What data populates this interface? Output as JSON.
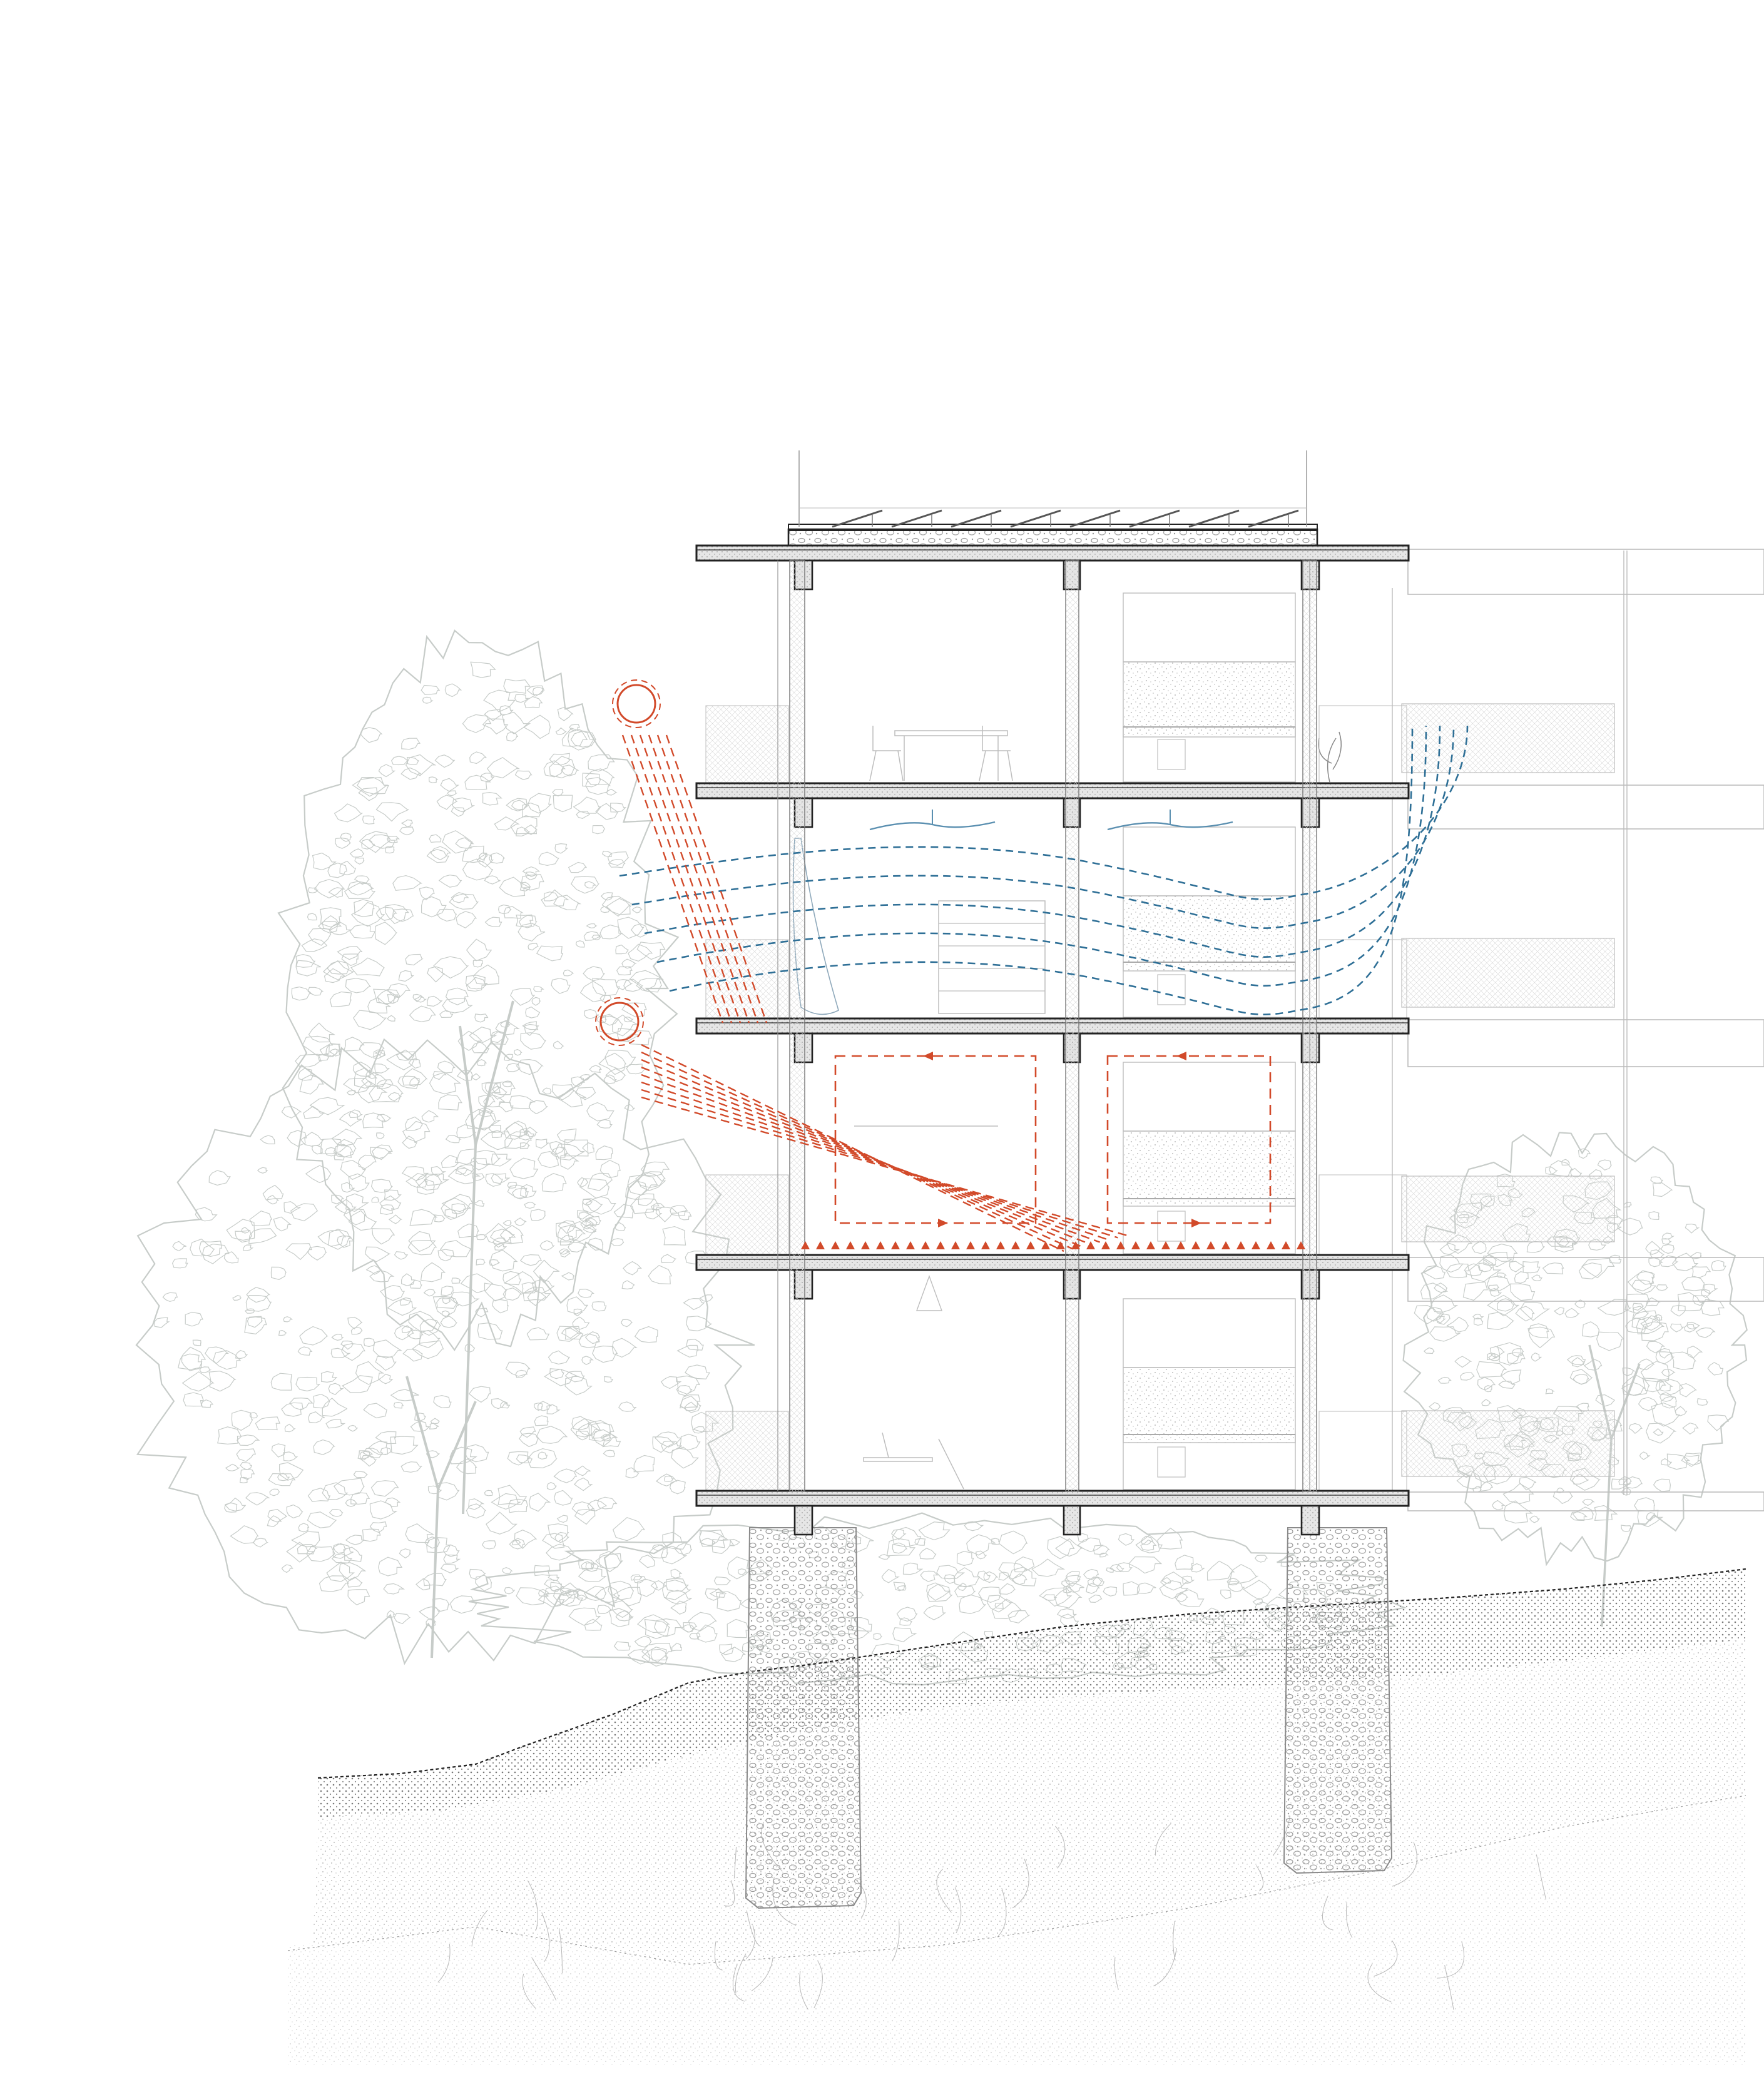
{
  "diagram": {
    "type": "architectural-section",
    "labels": [],
    "colors": {
      "background": "#ffffff",
      "structure": "#222222",
      "structure_fill": "#e9e9e9",
      "fine_line": "#bdbdbd",
      "vegetation": "#c7ccc9",
      "ground_hatch": "#9a9a9a",
      "sun": "#d24a2a",
      "air": "#2e6f96"
    },
    "floors": 4,
    "bays": 2,
    "elements": [
      "solar-panels",
      "ceiling-fans",
      "sun-rays",
      "cross-ventilation-airflow",
      "convection-loops",
      "floor-heat-markers",
      "trees",
      "foundation-piers",
      "ground-section"
    ]
  }
}
